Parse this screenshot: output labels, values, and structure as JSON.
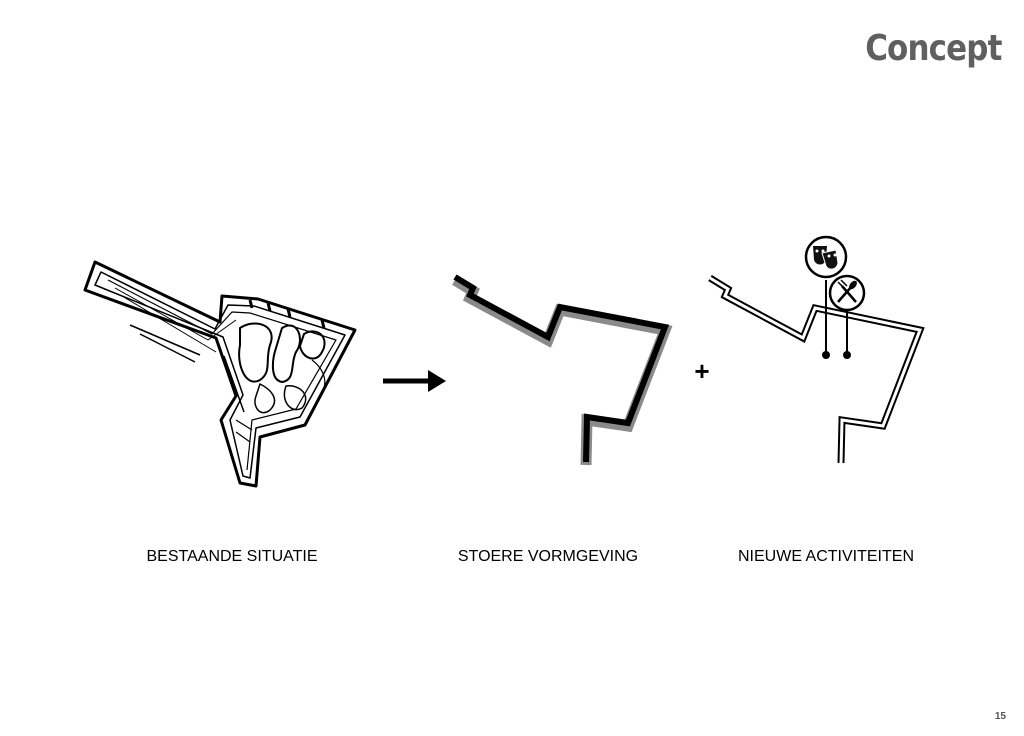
{
  "header": {
    "title": "Concept"
  },
  "steps": [
    {
      "caption": "BESTAANDE SITUATIE"
    },
    {
      "caption": "STOERE VORMGEVING"
    },
    {
      "caption": "NIEUWE ACTIVITEITEN"
    }
  ],
  "operators": {
    "arrow_icon": "arrow-right-icon",
    "plus_symbol": "+"
  },
  "activity_icons": [
    "theater-masks-icon",
    "fork-spoon-icon"
  ],
  "footer": {
    "page_number": "15"
  }
}
